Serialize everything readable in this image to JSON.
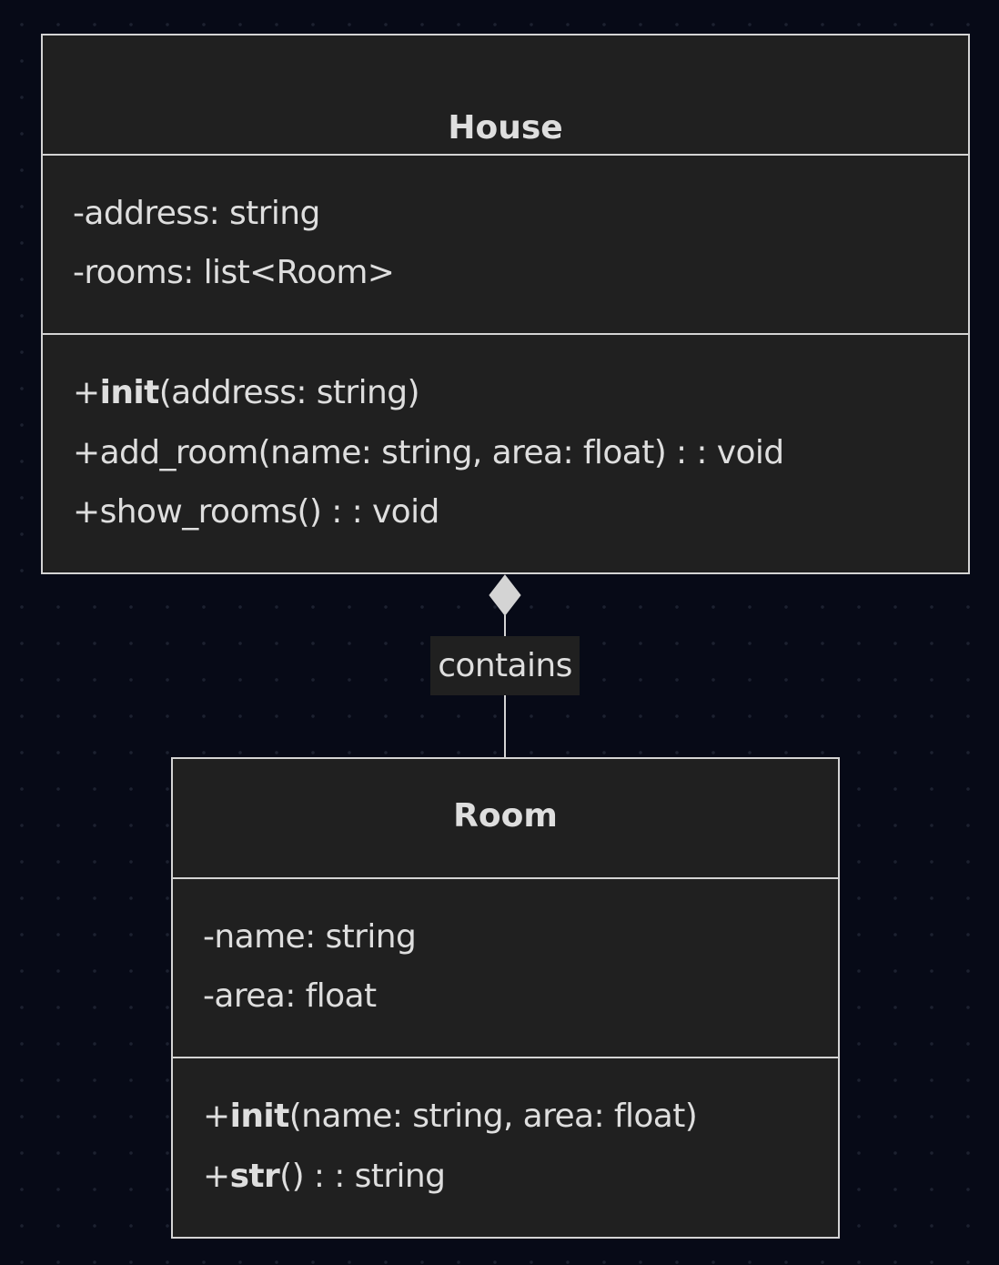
{
  "classes": {
    "house": {
      "name": "House",
      "attributes": [
        "-address: string",
        "-rooms: list<Room>"
      ],
      "methods": {
        "m1": {
          "prefix": "+",
          "name": "init",
          "rest": "(address: string)"
        },
        "m2": {
          "text": "+add_room(name: string, area: float) : : void"
        },
        "m3": {
          "text": "+show_rooms() : : void"
        }
      }
    },
    "room": {
      "name": "Room",
      "attributes": [
        "-name: string",
        "-area: float"
      ],
      "methods": {
        "m1": {
          "prefix": "+",
          "name": "init",
          "rest": "(name: string, area: float)"
        },
        "m2": {
          "prefix": "+",
          "name": "str",
          "rest": "() : : string"
        }
      }
    }
  },
  "relationship": {
    "from": "House",
    "to": "Room",
    "type": "composition",
    "label": "contains"
  },
  "colors": {
    "background": "#070a17",
    "box_fill": "#202020",
    "line": "#d4d4d4",
    "text": "#dedede"
  }
}
